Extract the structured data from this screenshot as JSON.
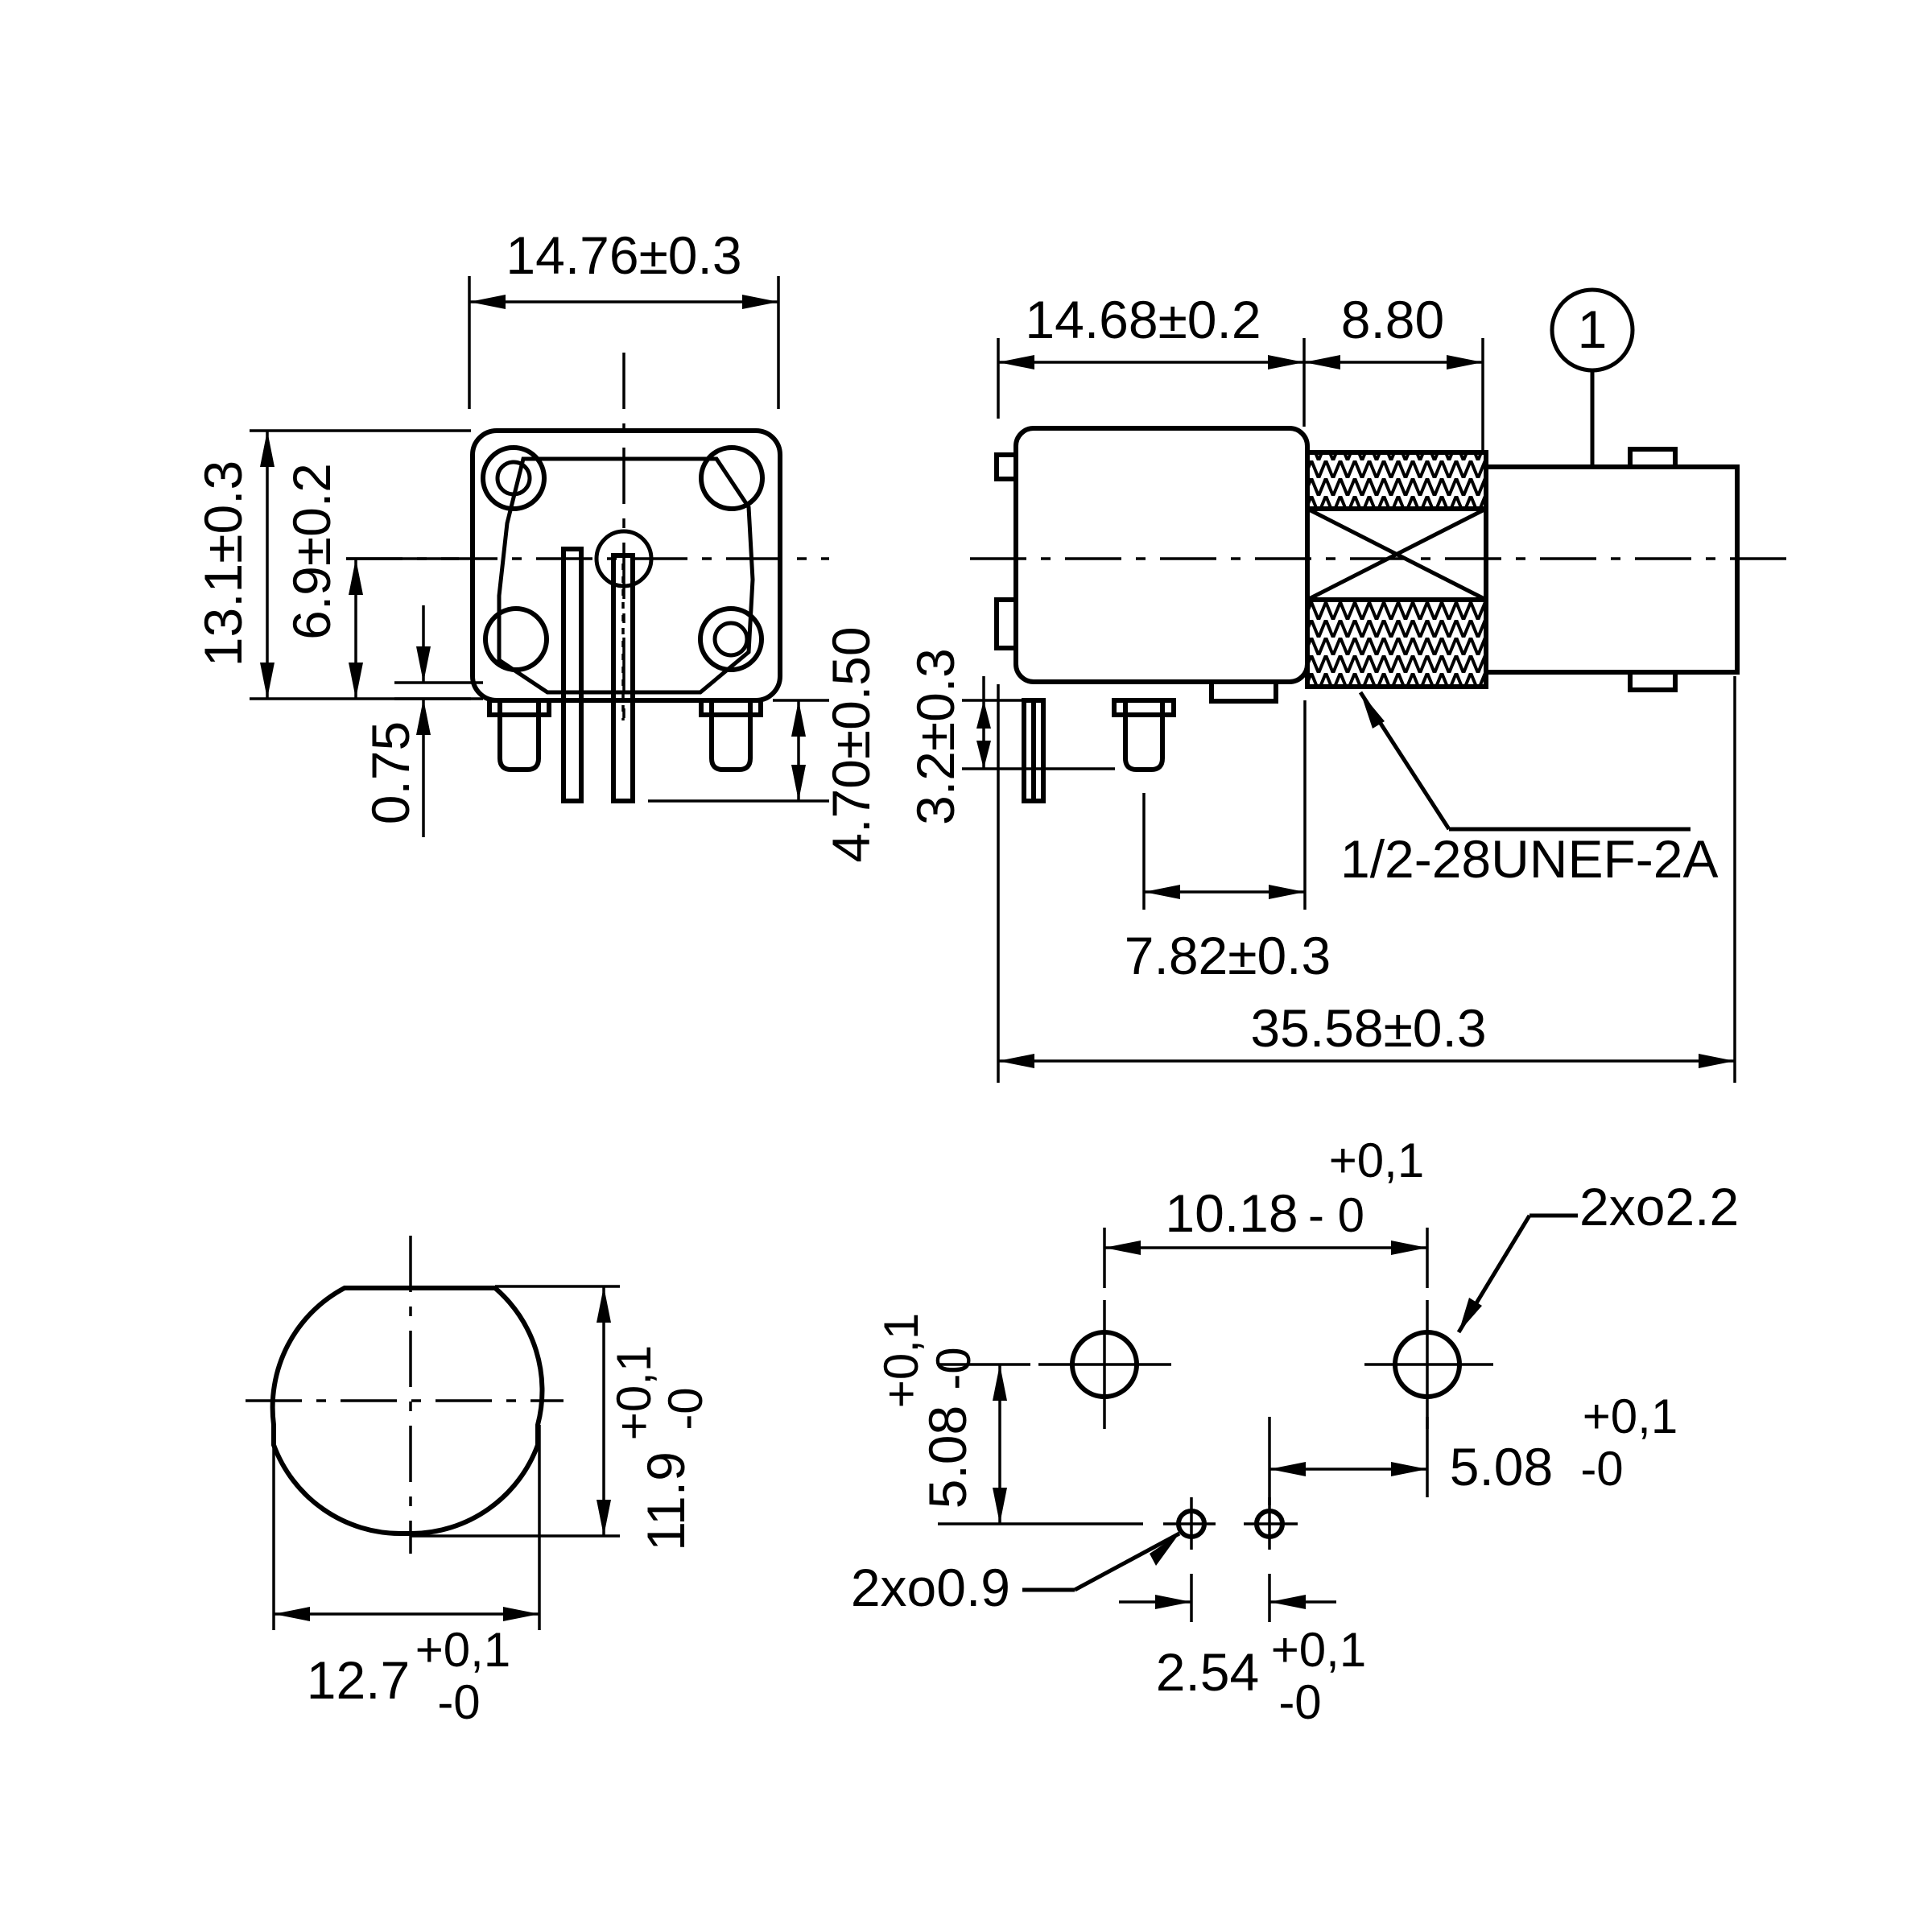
{
  "front_view": {
    "width": "14.76±0.3",
    "height": "13.1±0.3",
    "center_height": "6.9±0.2",
    "offset": "0.75",
    "pin_length": "4.70±0.50"
  },
  "side_view": {
    "body_length": "14.68±0.2",
    "thread_length": "8.80",
    "callout_number": "1",
    "pin_height": "3.2±0.3",
    "thread_spec": "1/2-28UNEF-2A",
    "pin_to_thread": "7.82±0.3",
    "overall_length": "35.58±0.3"
  },
  "end_view": {
    "height_nominal": "11.9",
    "height_tol_plus": "+0,1",
    "height_tol_minus": "-0",
    "width_nominal": "12.7",
    "width_tol_plus": "+0,1",
    "width_tol_minus": "-0"
  },
  "pcb_layout": {
    "hole_spacing_nominal": "10.18",
    "hole_spacing_tol_plus": "+0,1",
    "hole_spacing_tol_minus": "- 0",
    "large_hole_label": "2xo2.2",
    "vertical_nominal": "5.08",
    "vertical_tol_plus": "+0,1",
    "vertical_tol_minus": "-0",
    "horizontal_nominal": "5.08",
    "horizontal_tol_plus": "+0,1",
    "horizontal_tol_minus": "-0",
    "small_hole_label": "2xo0.9",
    "pitch_nominal": "2.54",
    "pitch_tol_plus": "+0,1",
    "pitch_tol_minus": "-0"
  }
}
